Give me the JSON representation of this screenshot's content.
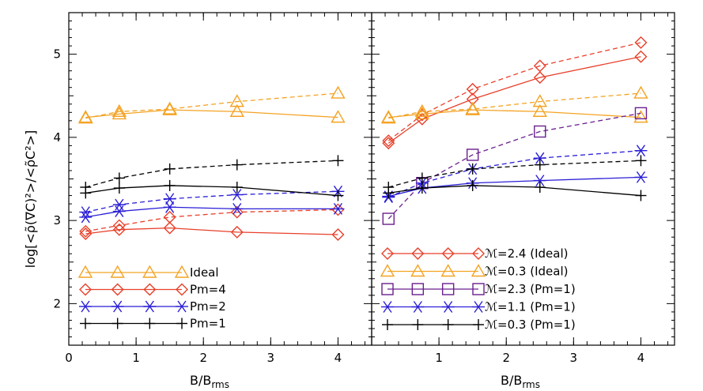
{
  "chart_data": [
    {
      "type": "line",
      "panel": "left",
      "xlabel": "B/B_rms",
      "ylabel": "log[<ρ̃(∇C)²>/<ρ̃C²>]",
      "xlim": [
        0,
        4.5
      ],
      "ylim": [
        1.5,
        5.5
      ],
      "xticks": [
        0,
        1,
        2,
        3,
        4
      ],
      "yticks": [
        2,
        3,
        4,
        5
      ],
      "legend": {
        "placement": "bottom-left",
        "entries": [
          {
            "label": "Ideal",
            "color": "#f4a324",
            "marker": "triangle"
          },
          {
            "label": "Pm=4",
            "color": "#e8402a",
            "marker": "diamond"
          },
          {
            "label": "Pm=2",
            "color": "#2b1fd6",
            "marker": "asterisk"
          },
          {
            "label": "Pm=1",
            "color": "#000000",
            "marker": "plus"
          }
        ]
      },
      "series": [
        {
          "key": "ideal",
          "style": "solid",
          "color": "#f4a324",
          "marker": "triangle",
          "x": [
            0.25,
            0.75,
            1.5,
            2.5,
            4.0
          ],
          "y": [
            4.24,
            4.28,
            4.33,
            4.31,
            4.24
          ]
        },
        {
          "key": "ideal",
          "style": "dashed",
          "color": "#f4a324",
          "marker": "triangle",
          "x": [
            0.25,
            0.75,
            1.5,
            2.5,
            4.0
          ],
          "y": [
            4.23,
            4.31,
            4.34,
            4.43,
            4.53
          ]
        },
        {
          "key": "pm4",
          "style": "solid",
          "color": "#e8402a",
          "marker": "diamond",
          "x": [
            0.25,
            0.75,
            1.5,
            2.5,
            4.0
          ],
          "y": [
            2.84,
            2.89,
            2.91,
            2.86,
            2.83
          ]
        },
        {
          "key": "pm4",
          "style": "dashed",
          "color": "#e8402a",
          "marker": "diamond",
          "x": [
            0.25,
            0.75,
            1.5,
            2.5,
            4.0
          ],
          "y": [
            2.87,
            2.94,
            3.04,
            3.1,
            3.13
          ]
        },
        {
          "key": "pm2",
          "style": "solid",
          "color": "#2b1fd6",
          "marker": "asterisk",
          "x": [
            0.25,
            0.75,
            1.5,
            2.5,
            4.0
          ],
          "y": [
            3.04,
            3.11,
            3.16,
            3.14,
            3.14
          ]
        },
        {
          "key": "pm2",
          "style": "dashed",
          "color": "#2b1fd6",
          "marker": "asterisk",
          "x": [
            0.25,
            0.75,
            1.5,
            2.5,
            4.0
          ],
          "y": [
            3.1,
            3.19,
            3.26,
            3.31,
            3.35
          ]
        },
        {
          "key": "pm1",
          "style": "solid",
          "color": "#000000",
          "marker": "plus",
          "x": [
            0.25,
            0.75,
            1.5,
            2.5,
            4.0
          ],
          "y": [
            3.33,
            3.39,
            3.42,
            3.4,
            3.3
          ]
        },
        {
          "key": "pm1",
          "style": "dashed",
          "color": "#000000",
          "marker": "plus",
          "x": [
            0.25,
            0.75,
            1.5,
            2.5,
            4.0
          ],
          "y": [
            3.4,
            3.51,
            3.62,
            3.67,
            3.72
          ]
        }
      ]
    },
    {
      "type": "line",
      "panel": "right",
      "xlabel": "B/B_rms",
      "xlim": [
        0,
        4.5
      ],
      "ylim": [
        1.5,
        5.5
      ],
      "xticks": [
        1,
        2,
        3,
        4
      ],
      "legend": {
        "placement": "bottom-left",
        "entries": [
          {
            "label": "ℳ=2.4 (Ideal)",
            "color": "#e8402a",
            "marker": "diamond"
          },
          {
            "label": "ℳ=0.3 (Ideal)",
            "color": "#f4a324",
            "marker": "triangle"
          },
          {
            "label": "ℳ=2.3 (Pm=1)",
            "color": "#6a1f8f",
            "marker": "square"
          },
          {
            "label": "ℳ=1.1 (Pm=1)",
            "color": "#2b1fd6",
            "marker": "asterisk"
          },
          {
            "label": "ℳ=0.3 (Pm=1)",
            "color": "#000000",
            "marker": "plus"
          }
        ]
      },
      "series": [
        {
          "key": "m24i",
          "style": "solid",
          "color": "#e8402a",
          "marker": "diamond",
          "x": [
            0.25,
            0.75,
            1.5,
            2.5,
            4.0
          ],
          "y": [
            3.93,
            4.22,
            4.46,
            4.72,
            4.97
          ]
        },
        {
          "key": "m24i",
          "style": "dashed",
          "color": "#e8402a",
          "marker": "diamond",
          "x": [
            0.25,
            0.75,
            1.5,
            2.5,
            4.0
          ],
          "y": [
            3.96,
            4.27,
            4.58,
            4.86,
            5.14
          ]
        },
        {
          "key": "m03i",
          "style": "solid",
          "color": "#f4a324",
          "marker": "triangle",
          "x": [
            0.25,
            0.75,
            1.5,
            2.5,
            4.0
          ],
          "y": [
            4.24,
            4.28,
            4.33,
            4.31,
            4.24
          ]
        },
        {
          "key": "m03i",
          "style": "dashed",
          "color": "#f4a324",
          "marker": "triangle",
          "x": [
            0.25,
            0.75,
            1.5,
            2.5,
            4.0
          ],
          "y": [
            4.23,
            4.31,
            4.34,
            4.43,
            4.53
          ]
        },
        {
          "key": "m23p",
          "style": "dashed",
          "color": "#6a1f8f",
          "marker": "square",
          "x": [
            0.25,
            0.75,
            1.5,
            2.5,
            4.0
          ],
          "y": [
            3.02,
            3.45,
            3.79,
            4.07,
            4.29
          ]
        },
        {
          "key": "m11p",
          "style": "solid",
          "color": "#2b1fd6",
          "marker": "asterisk",
          "x": [
            0.25,
            0.75,
            1.5,
            2.5,
            4.0
          ],
          "y": [
            3.29,
            3.39,
            3.45,
            3.48,
            3.52
          ]
        },
        {
          "key": "m11p",
          "style": "dashed",
          "color": "#2b1fd6",
          "marker": "asterisk",
          "x": [
            0.25,
            0.75,
            1.5,
            2.5,
            4.0
          ],
          "y": [
            3.28,
            3.45,
            3.62,
            3.75,
            3.84
          ]
        },
        {
          "key": "m03p",
          "style": "solid",
          "color": "#000000",
          "marker": "plus",
          "x": [
            0.25,
            0.75,
            1.5,
            2.5,
            4.0
          ],
          "y": [
            3.33,
            3.39,
            3.42,
            3.4,
            3.3
          ]
        },
        {
          "key": "m03p",
          "style": "dashed",
          "color": "#000000",
          "marker": "plus",
          "x": [
            0.25,
            0.75,
            1.5,
            2.5,
            4.0
          ],
          "y": [
            3.4,
            3.51,
            3.62,
            3.67,
            3.72
          ]
        }
      ]
    }
  ]
}
